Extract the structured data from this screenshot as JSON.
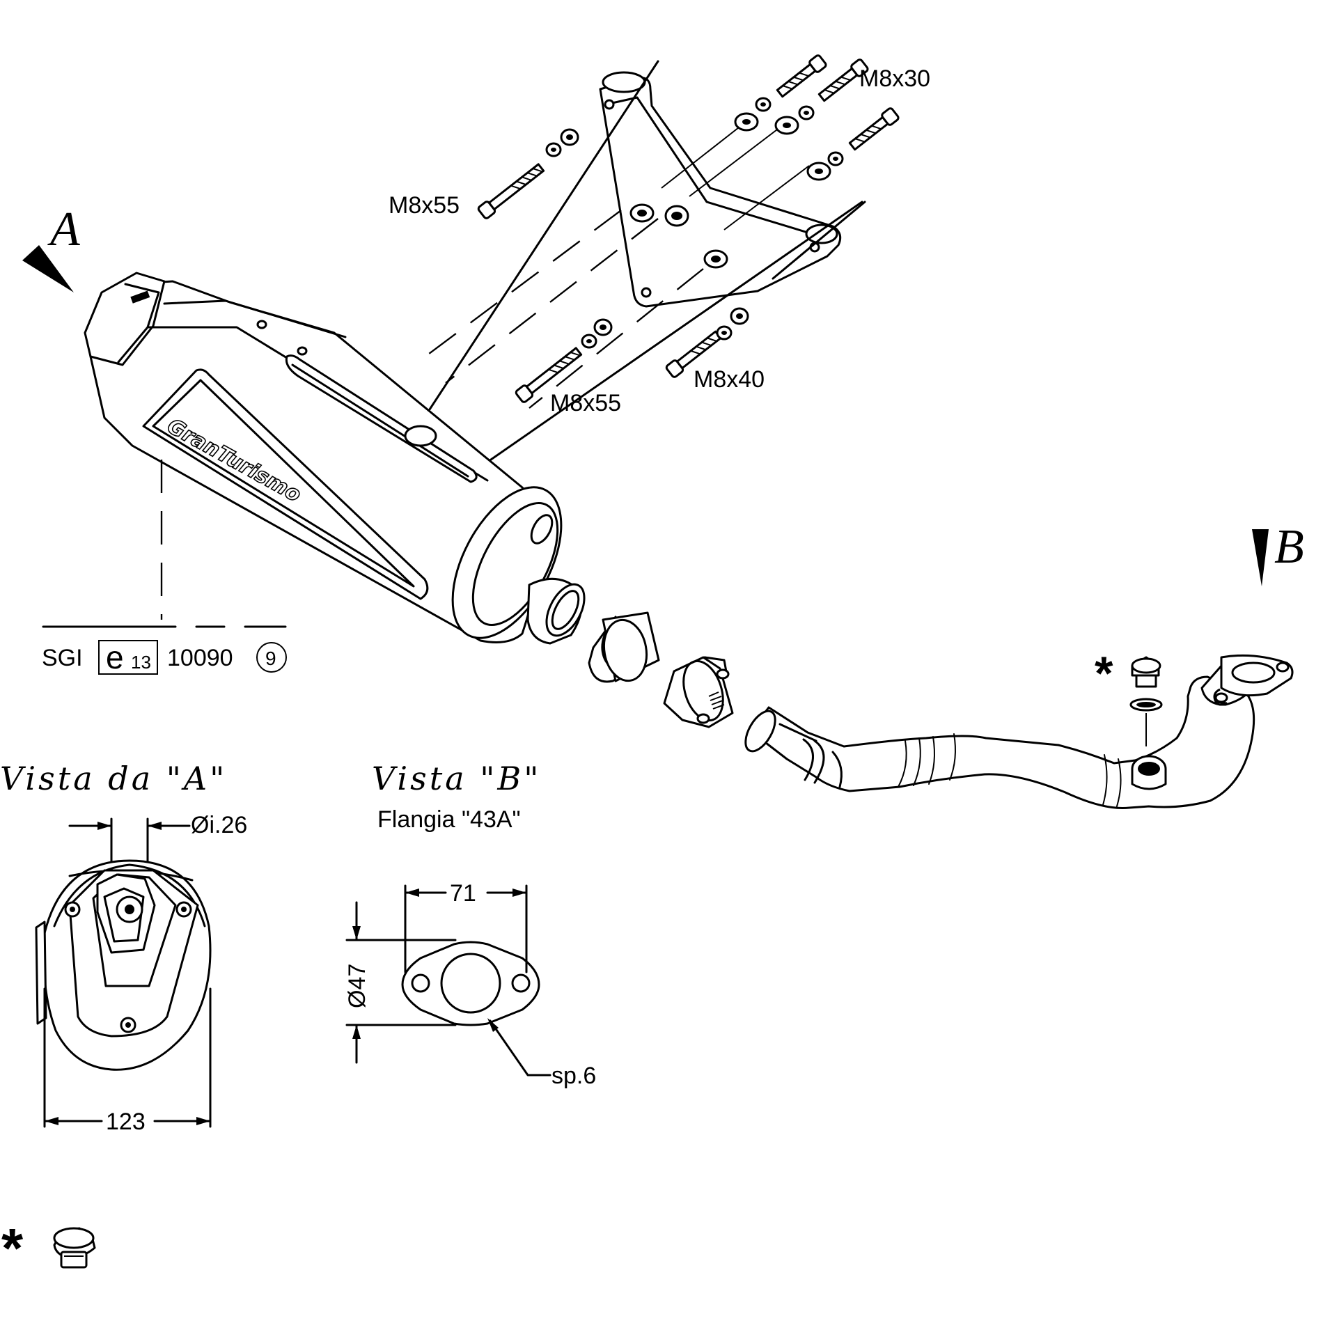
{
  "labels": {
    "bolt_m8x30": "M8x30",
    "bolt_m8x55_top": "M8x55",
    "bolt_m8x55_bottom": "M8x55",
    "bolt_m8x40": "M8x40",
    "view_a_marker": "A",
    "view_b_marker": "B",
    "brand_logo": "GranTurismo",
    "asterisk": "*",
    "asterisk_legend": "*"
  },
  "homologation": {
    "code": "SGI",
    "mark": "e",
    "mark_number": "13",
    "number": "10090",
    "circled": "9"
  },
  "view_a": {
    "title": "Vista  da  \"A\"",
    "inner_diameter": "Øi.26",
    "width": "123"
  },
  "view_b": {
    "title": "Vista  \"B\"",
    "subtitle": "Flangia \"43A\"",
    "width": "71",
    "diameter": "Ø47",
    "thickness": "sp.6"
  }
}
